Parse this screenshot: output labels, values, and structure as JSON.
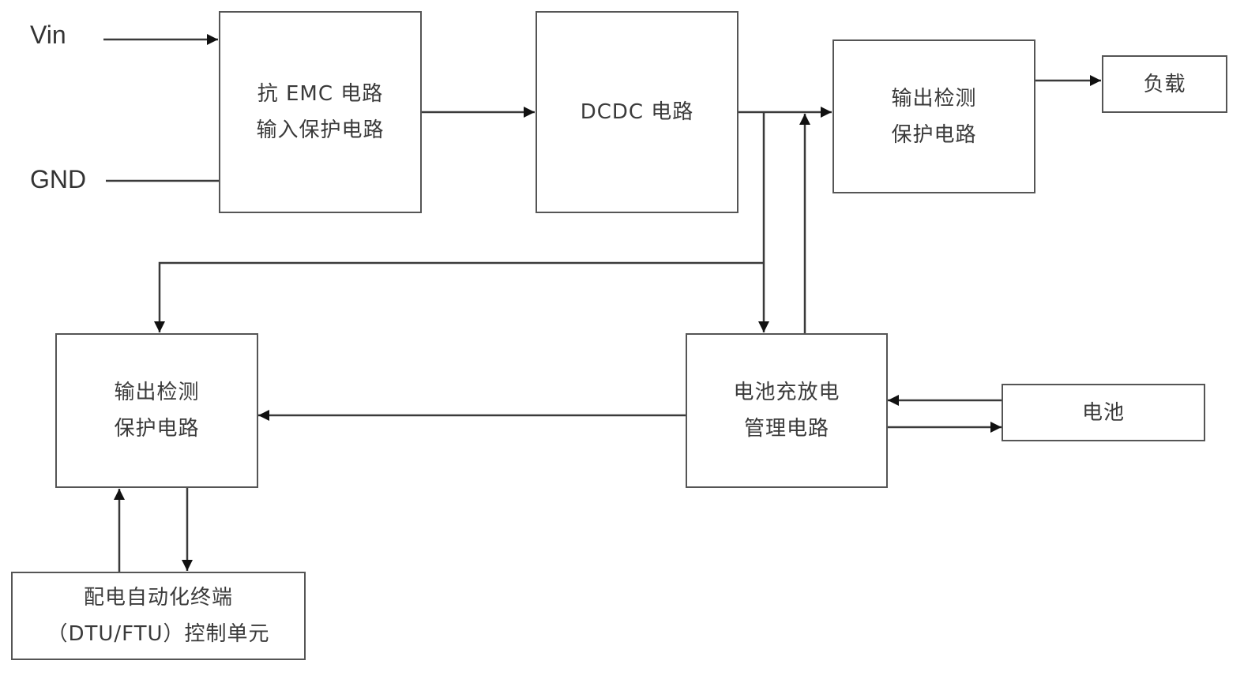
{
  "diagram": {
    "terminals": {
      "vin": "Vin",
      "gnd": "GND"
    },
    "blocks": {
      "emc_input": {
        "lines": [
          "抗 EMC 电路",
          "输入保护电路"
        ]
      },
      "dcdc": {
        "lines": [
          "DCDC 电路"
        ]
      },
      "output_protect_top": {
        "lines": [
          "输出检测",
          "保护电路"
        ]
      },
      "load": {
        "lines": [
          "负载"
        ]
      },
      "output_protect_bottom": {
        "lines": [
          "输出检测",
          "保护电路"
        ]
      },
      "battery_mgmt": {
        "lines": [
          "电池充放电",
          "管理电路"
        ]
      },
      "battery": {
        "lines": [
          "电池"
        ]
      },
      "control_unit": {
        "lines": [
          "配电自动化终端",
          "（DTU/FTU）控制单元"
        ]
      }
    },
    "connections": [
      {
        "from": "vin",
        "to": "emc_input"
      },
      {
        "from": "gnd",
        "to": "emc_input",
        "arrow": false
      },
      {
        "from": "emc_input",
        "to": "dcdc"
      },
      {
        "from": "dcdc",
        "to": "output_protect_top"
      },
      {
        "from": "output_protect_top",
        "to": "load"
      },
      {
        "from": "dcdc",
        "to": "battery_mgmt"
      },
      {
        "from": "dcdc",
        "to": "output_protect_bottom"
      },
      {
        "from": "battery_mgmt",
        "to": "output_protect_top"
      },
      {
        "from": "battery_mgmt",
        "to": "output_protect_bottom"
      },
      {
        "from": "battery",
        "to": "battery_mgmt"
      },
      {
        "from": "battery_mgmt",
        "to": "battery"
      },
      {
        "from": "control_unit",
        "to": "output_protect_bottom"
      },
      {
        "from": "output_protect_bottom",
        "to": "control_unit"
      }
    ]
  }
}
